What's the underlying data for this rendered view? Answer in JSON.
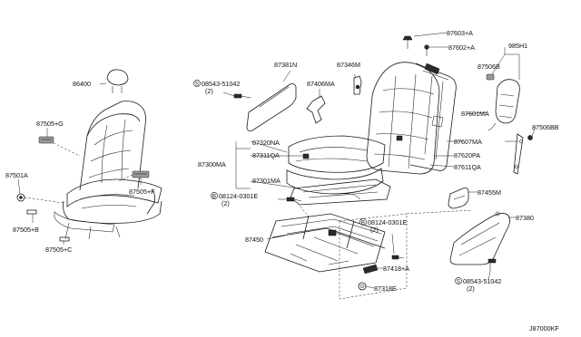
{
  "diagram_code": "J87000KF",
  "labels": {
    "headrest": "86400",
    "trim_upper_left": "87505+G",
    "bolt_left": "87501A",
    "trim_lower_right_left": "87505+F",
    "clip_b": "87505+B",
    "clip_c": "87505+C",
    "screw_a_prefix": "S",
    "screw_a": "08543-51042",
    "screw_a_qty": "(2)",
    "finisher_outer": "87381N",
    "bracket_406": "87406MA",
    "hook_346": "87346M",
    "guide_a": "87603+A",
    "guide_b": "87602+A",
    "pocket_group": "985H1",
    "lumbar": "87506B",
    "back_frame": "87601MA",
    "bolt_506": "87506BB",
    "pad_a": "87320NA",
    "trim_311": "87311QA",
    "cushion_assy": "87300MA",
    "frame_301": "87301MA",
    "back_pad": "87607MA",
    "spring": "87620PA",
    "back_trim": "87611QA",
    "bolt_b_prefix": "B",
    "bolt_b": "08124-0301E",
    "bolt_b_qty": "(2)",
    "finisher_455": "87455M",
    "finisher_380": "87380",
    "adjuster": "87450",
    "bolt_c_prefix": "B",
    "bolt_c": "08124-0301E",
    "bolt_c_qty": "(2)",
    "knob_418": "87418+A",
    "screw_d_prefix": "S",
    "screw_d": "08543-51042",
    "screw_d_qty": "(2)",
    "cap_318": "87318E"
  }
}
